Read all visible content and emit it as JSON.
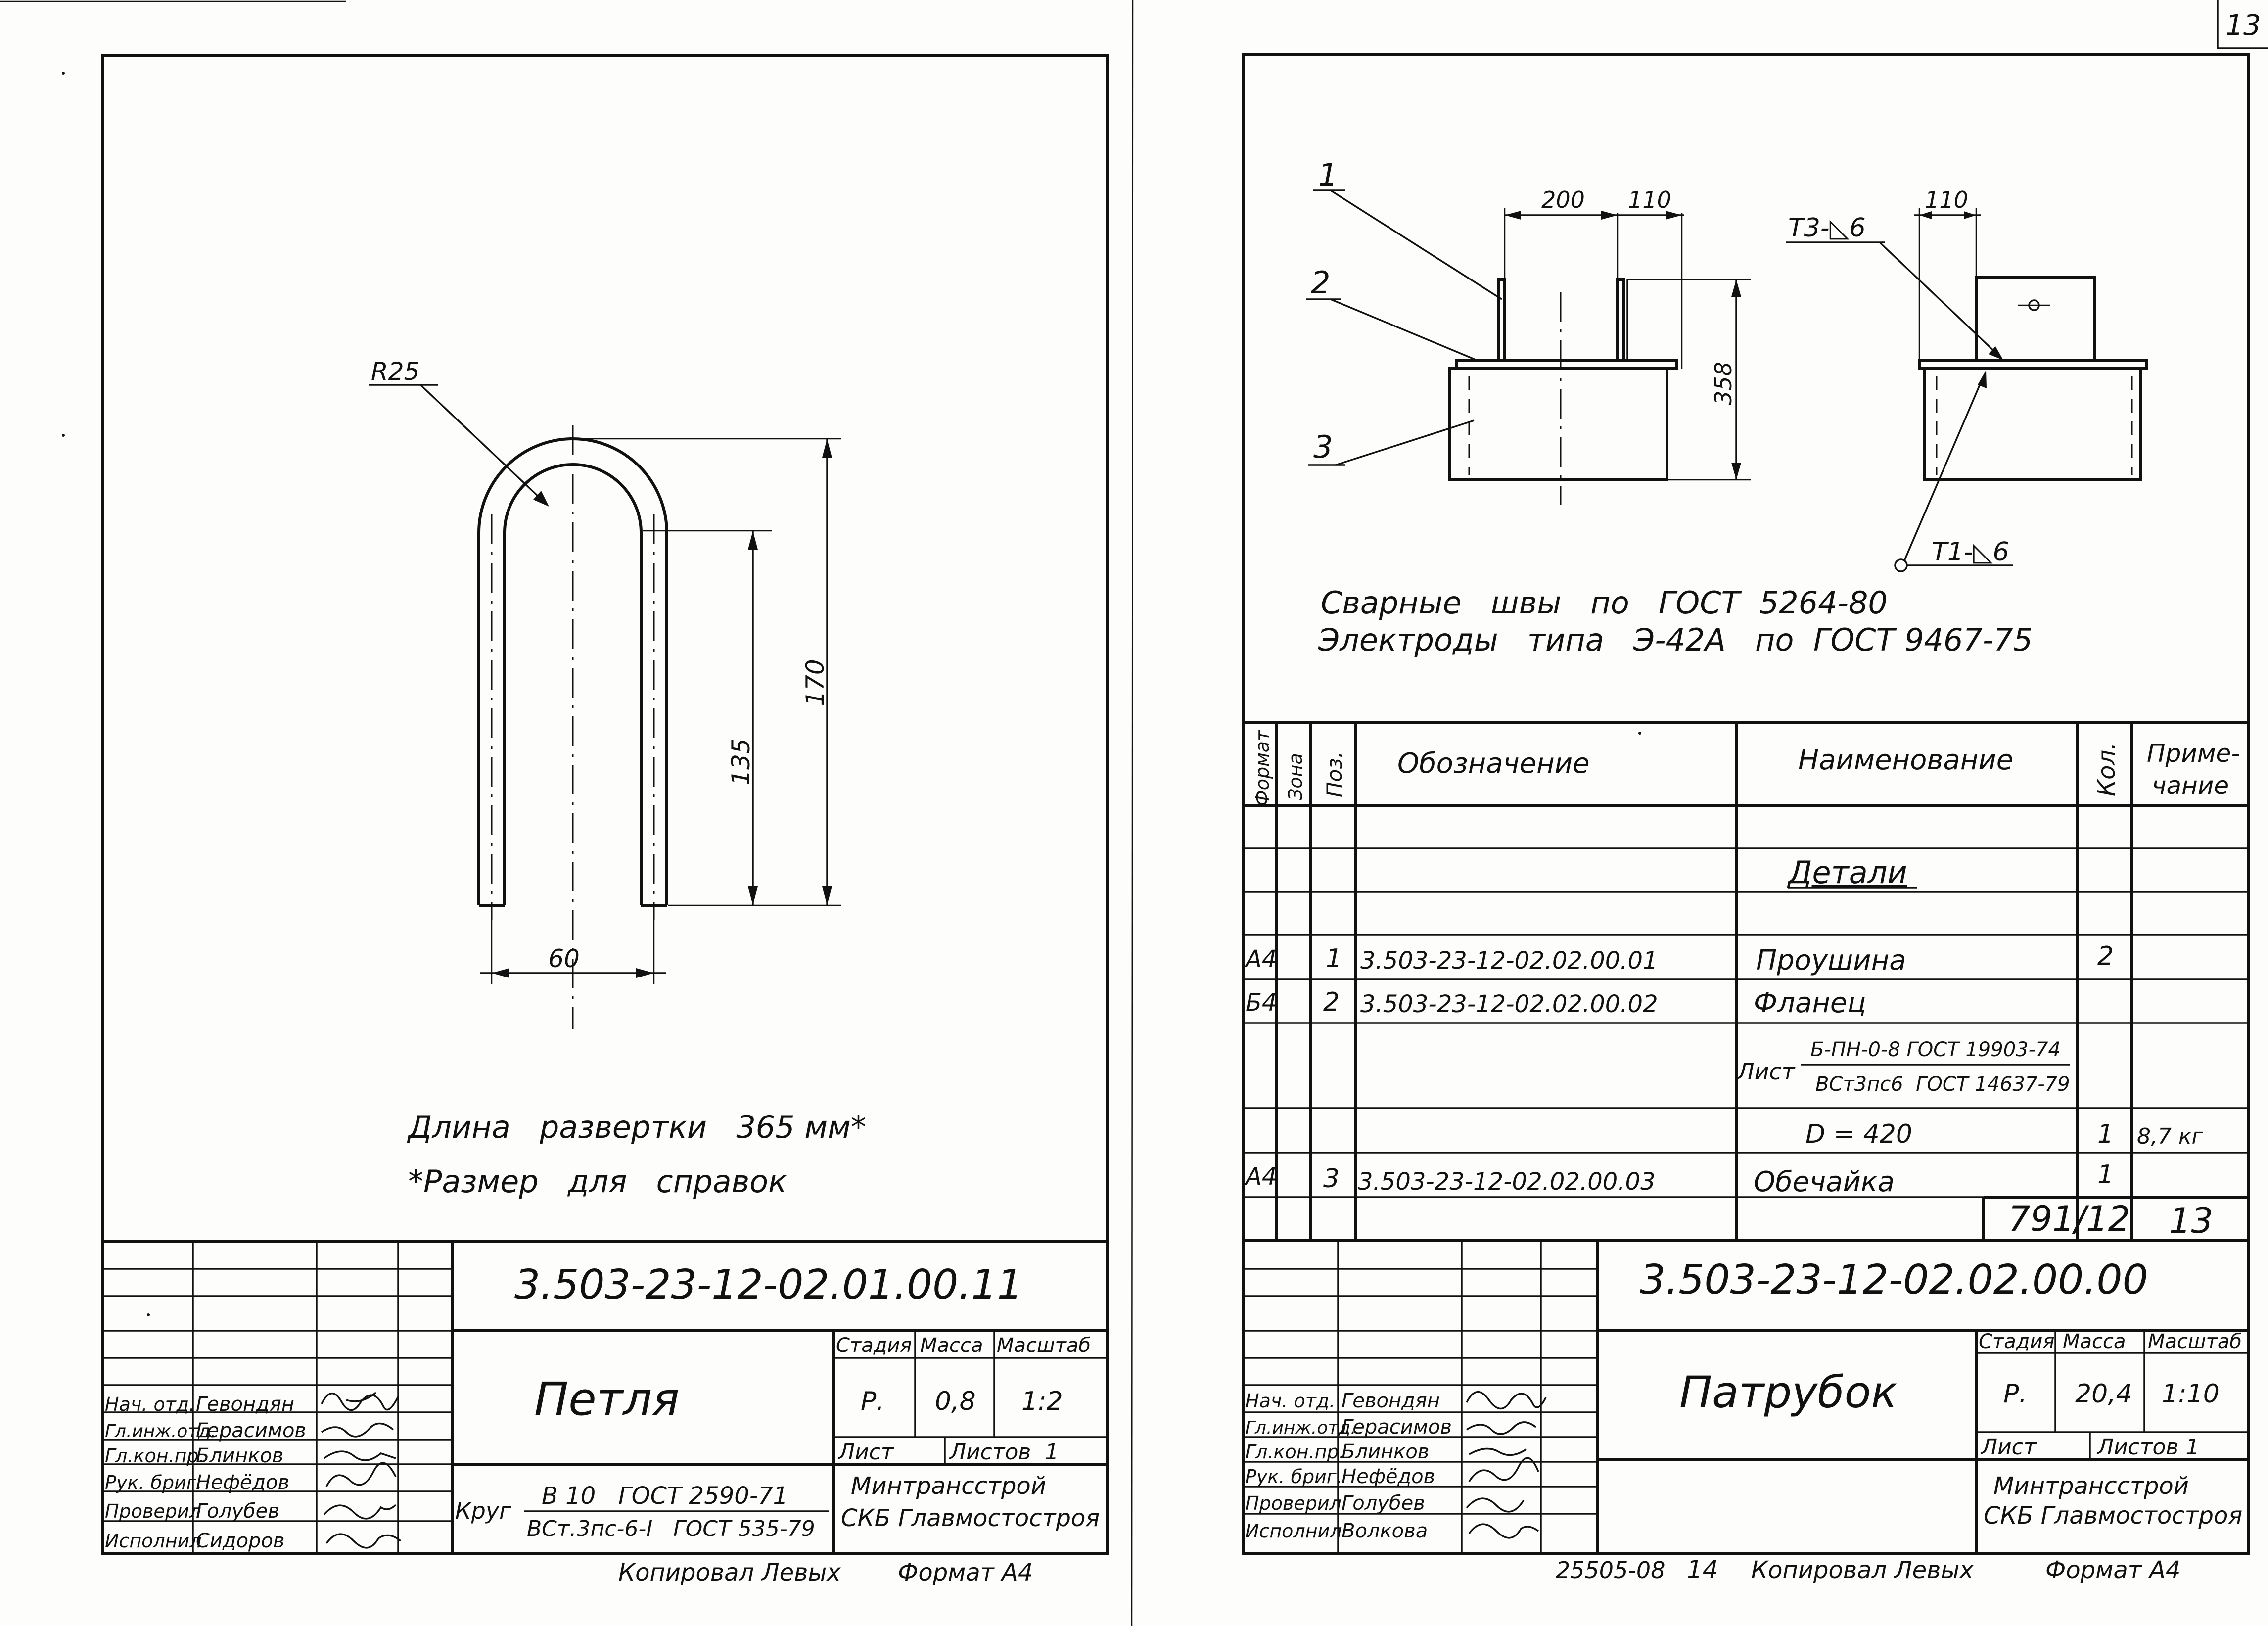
{
  "sheet_number_corner": "13",
  "left_sheet": {
    "drawing": {
      "radius_label": "R25",
      "dim_height_outer": "170",
      "dim_height_inner": "135",
      "dim_width": "60"
    },
    "notes": {
      "line1": "Длина   развертки   365 мм*",
      "line2": "*Размер   для   справок"
    },
    "title_block": {
      "designation": "3.503-23-12-02.01.00.11",
      "name": "Петля",
      "stage_header": "Стадия",
      "mass_header": "Масса",
      "scale_header": "Масштаб",
      "stage": "Р.",
      "mass": "0,8",
      "scale": "1:2",
      "sheet_label": "Лист",
      "sheets_label": "Листов  1",
      "material_prefix": "Круг",
      "material_line1": "В 10   ГОСТ 2590-71",
      "material_line2": "ВСт.3пс-6-I   ГОСТ 535-79",
      "org_line1": "Минтрансстрой",
      "org_line2": "СКБ Главмостостроя",
      "signatures": [
        {
          "role": "Нач. отд.",
          "name": "Гевондян"
        },
        {
          "role": "Гл.инж.отд.",
          "name": "Герасимов"
        },
        {
          "role": "Гл.кон.пр.",
          "name": "Блинков"
        },
        {
          "role": "Рук. бриг.",
          "name": "Нефёдов"
        },
        {
          "role": "Проверил",
          "name": "Голубев"
        },
        {
          "role": "Исполнил",
          "name": "Сидоров"
        }
      ]
    },
    "footer": {
      "copied": "Копировал Левых",
      "format": "Формат А4"
    }
  },
  "right_sheet": {
    "drawing": {
      "leader_1": "1",
      "leader_2": "2",
      "leader_3": "3",
      "dim_200": "200",
      "dim_110_a": "110",
      "dim_110_b": "110",
      "dim_358": "358",
      "weld_t3": "Т3-◺6",
      "weld_t1": "Т1-◺6"
    },
    "notes": {
      "line1": "Сварные   швы   по   ГОСТ  5264-80",
      "line2": "Электроды   типа   Э-42А   по  ГОСТ 9467-75"
    },
    "spec_table": {
      "headers": {
        "format": "Формат",
        "zone": "Зона",
        "pos": "Поз.",
        "designation": "Обозначение",
        "name": "Наименование",
        "qty": "Кол.",
        "note_line1": "Приме-",
        "note_line2": "чание"
      },
      "section_title": "Детали",
      "rows": [
        {
          "format": "А4",
          "pos": "1",
          "designation": "3.503-23-12-02.02.00.01",
          "name": "Проушина",
          "qty": "2",
          "note": ""
        },
        {
          "format": "Б4",
          "pos": "2",
          "designation": "3.503-23-12-02.02.00.02",
          "name": "Фланец",
          "qty": "",
          "note": ""
        },
        {
          "format": "А4",
          "pos": "3",
          "designation": "3.503-23-12-02.02.00.03",
          "name": "Обечайка",
          "qty": "1",
          "note": ""
        }
      ],
      "flange_material_prefix": "Лист",
      "flange_material_line1": "Б-ПН-0-8 ГОСТ 19903-74",
      "flange_material_line2": "ВСт3пс6  ГОСТ 14637-79",
      "flange_diameter": "D = 420",
      "flange_qty": "1",
      "flange_note": "8,7 кг",
      "stamp_number": "791/12",
      "stamp_sheet": "13"
    },
    "title_block": {
      "designation": "3.503-23-12-02.02.00.00",
      "name": "Патрубок",
      "stage_header": "Стадия",
      "mass_header": "Масса",
      "scale_header": "Масштаб",
      "stage": "Р.",
      "mass": "20,4",
      "scale": "1:10",
      "sheet_label": "Лист",
      "sheets_label": "Листов 1",
      "org_line1": "Минтрансстрой",
      "org_line2": "СКБ Главмостостроя",
      "signatures": [
        {
          "role": "Нач. отд.",
          "name": "Гевондян"
        },
        {
          "role": "Гл.инж.отд.",
          "name": "Герасимов"
        },
        {
          "role": "Гл.кон.пр.",
          "name": "Блинков"
        },
        {
          "role": "Рук. бриг.",
          "name": "Нефёдов"
        },
        {
          "role": "Проверил",
          "name": "Голубев"
        },
        {
          "role": "Исполнил",
          "name": "Волкова"
        }
      ]
    },
    "footer": {
      "archive": "25505-08",
      "page": "14",
      "copied": "Копировал Левых",
      "format": "Формат А4"
    }
  }
}
